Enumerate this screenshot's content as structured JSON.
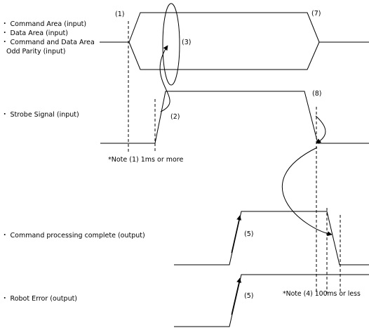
{
  "signals": {
    "command_area": "・ Command Area (input)",
    "data_area": "・ Data Area (input)",
    "parity_line1": "・ Command and Data Area",
    "parity_line2": "Odd Parity (input)",
    "strobe": "・ Strobe Signal (input)",
    "cmd_complete": "・ Command processing complete (output)",
    "robot_error": "・ Robot Error (output)"
  },
  "markers": {
    "m1": "(1)",
    "m2": "(2)",
    "m3": "(3)",
    "m5a": "(5)",
    "m5b": "(5)",
    "m7": "(7)",
    "m8": "(8)"
  },
  "notes": {
    "note1": "*Note (1) 1ms or more",
    "note4": "*Note (4) 100ms or less"
  }
}
